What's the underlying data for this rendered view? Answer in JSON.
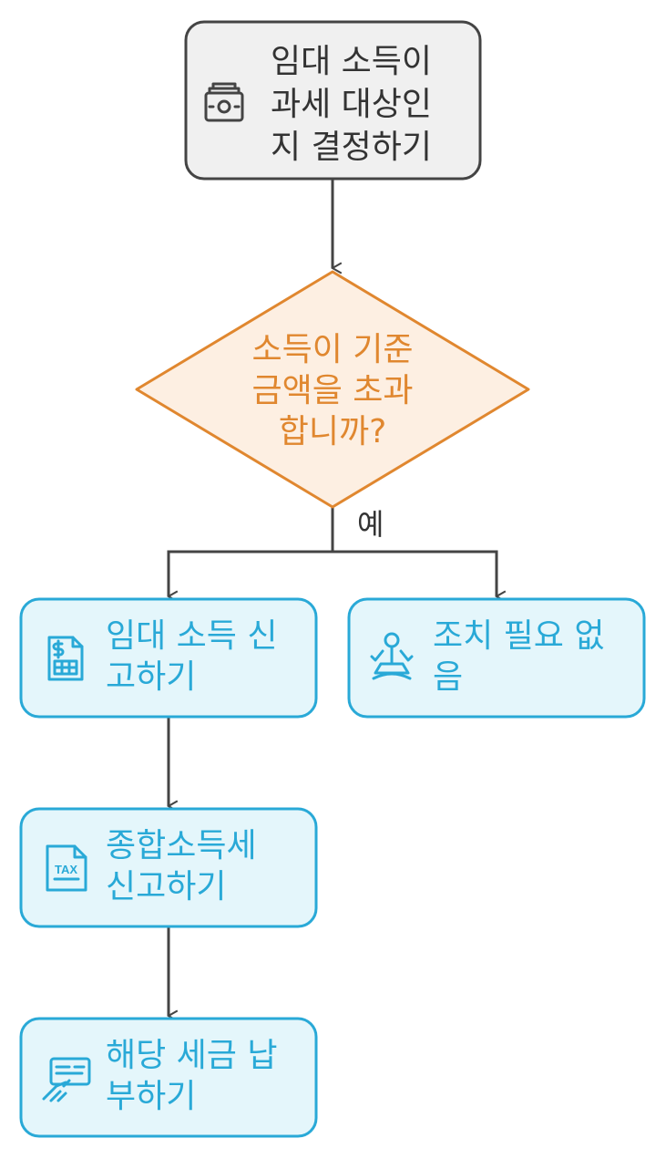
{
  "diagram": {
    "start": {
      "lines": [
        "임대 소득이",
        "과세 대상인",
        "지 결정하기"
      ],
      "icon": "money-icon"
    },
    "decision": {
      "lines": [
        "소득이 기준",
        "금액을 초과",
        "합니까?"
      ]
    },
    "yes_label": "예",
    "report_rental": {
      "lines": [
        "임대 소득 신",
        "고하기"
      ],
      "icon": "invoice-icon"
    },
    "no_action": {
      "lines": [
        "조치 필요 없",
        "음"
      ],
      "icon": "meditation-icon"
    },
    "report_income_tax": {
      "lines": [
        "종합소득세",
        "신고하기"
      ],
      "icon": "tax-document-icon"
    },
    "pay_tax": {
      "lines": [
        "해당 세금 납",
        "부하기"
      ],
      "icon": "payment-card-icon"
    }
  },
  "colors": {
    "start_fill": "#f0f0f0",
    "start_stroke": "#444444",
    "decision_fill": "#fdefe2",
    "decision_stroke": "#e0872f",
    "decision_text": "#e0872f",
    "action_fill": "#e4f6fb",
    "action_stroke": "#29a9d7",
    "action_text": "#29a9d7",
    "edge": "#444444"
  }
}
